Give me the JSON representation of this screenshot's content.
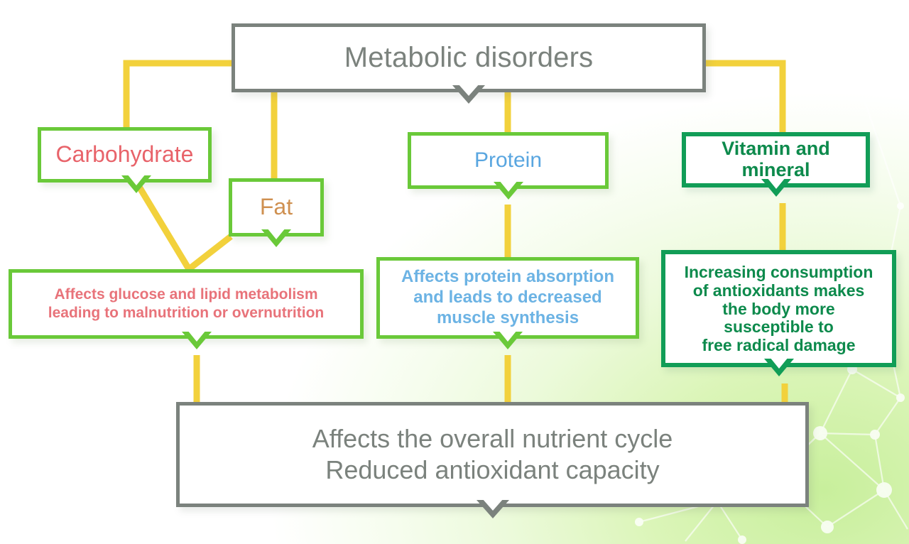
{
  "diagram": {
    "title": "Metabolic disorders",
    "theme_colors": {
      "gray_border": "#7b827d",
      "gray_text": "#7b827d",
      "bright_green_border": "#6ac939",
      "dark_green_border": "#119d57",
      "connector_yellow": "#f2d13c",
      "carbohydrate_text": "#e8636a",
      "fat_text": "#cf9050",
      "protein_text": "#59a6e0",
      "vitamin_text": "#0d8a4c",
      "background_green": "#c8ef9c"
    },
    "root": {
      "label": "Metabolic disorders"
    },
    "categories": [
      {
        "id": "carbohydrate",
        "label": "Carbohydrate"
      },
      {
        "id": "fat",
        "label": "Fat"
      },
      {
        "id": "protein",
        "label": "Protein"
      },
      {
        "id": "vitamin_mineral",
        "label_line1": "Vitamin and",
        "label_line2": "mineral"
      }
    ],
    "effects": [
      {
        "id": "carb_fat_effect",
        "line1": "Affects glucose and lipid metabolism",
        "line2": "leading to malnutrition or overnutrition"
      },
      {
        "id": "protein_effect",
        "line1": "Affects protein absorption",
        "line2": "and leads to decreased",
        "line3": "muscle synthesis"
      },
      {
        "id": "vitamin_effect",
        "line1": "Increasing consumption",
        "line2": "of antioxidants makes",
        "line3": "the body more",
        "line4": "susceptible to",
        "line5": "free radical damage"
      }
    ],
    "outcome": {
      "line1": "Affects the overall nutrient cycle",
      "line2": "Reduced antioxidant capacity"
    }
  }
}
